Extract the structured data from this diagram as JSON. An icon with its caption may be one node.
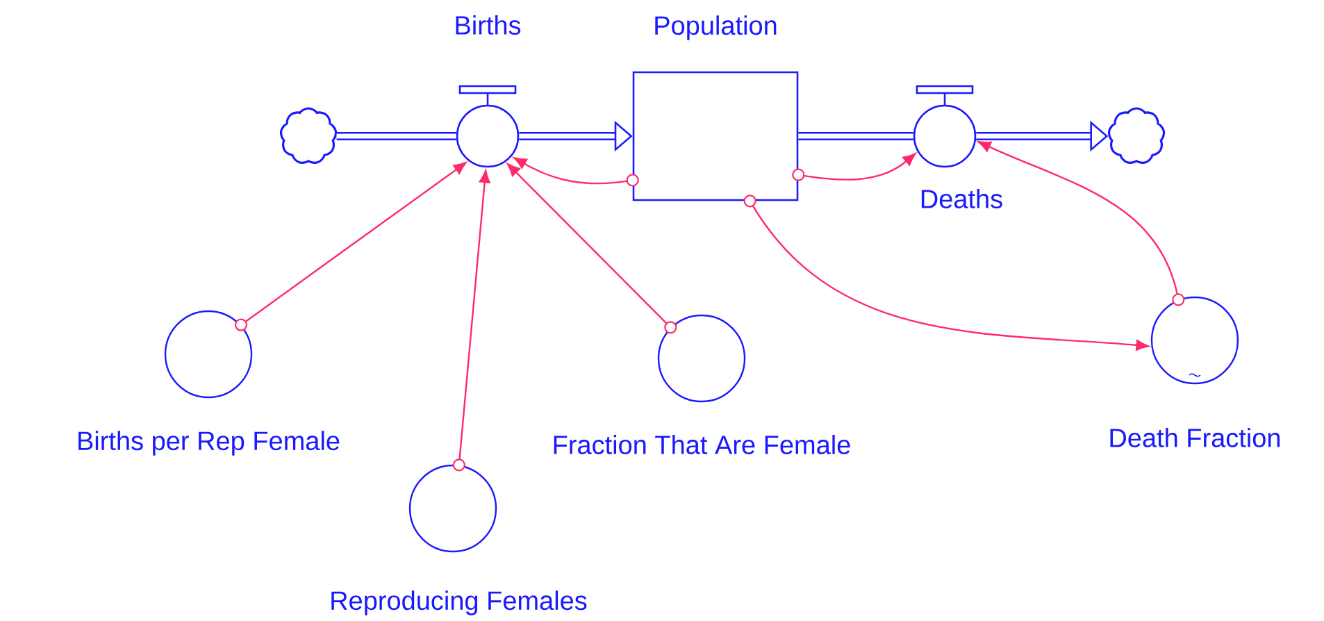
{
  "diagram": {
    "nodes": [
      {
        "text": [],
        "shape": "cloud"
      },
      {
        "text": [
          "Births"
        ]
      },
      {
        "text": [
          "Population"
        ]
      },
      {
        "text": [
          "Deaths"
        ]
      },
      {
        "text": [],
        "shape": "cloud"
      },
      {
        "text": [
          "Births per Rep Female"
        ]
      },
      {
        "text": [
          "Reproducing Females"
        ]
      },
      {
        "text": [
          "Fraction That Are Female"
        ]
      },
      {
        "text": [
          "Death Fraction"
        ]
      }
    ],
    "edges": [
      {
        "from": 0,
        "to": 1,
        "arrow": "none",
        "style": "thick",
        "color": "#1a1aff"
      },
      {
        "from": 1,
        "to": 2,
        "arrow": "to",
        "style": "thick",
        "color": "#1a1aff"
      },
      {
        "from": 2,
        "to": 3,
        "arrow": "none",
        "style": "thick",
        "color": "#1a1aff"
      },
      {
        "from": 3,
        "to": 4,
        "arrow": "to",
        "style": "thick",
        "color": "#1a1aff"
      },
      {
        "from": 2,
        "to": 1,
        "arrow": "to"
      },
      {
        "from": 5,
        "to": 1,
        "arrow": "to"
      },
      {
        "from": 6,
        "to": 1,
        "arrow": "to"
      },
      {
        "from": 7,
        "to": 1,
        "arrow": "to"
      },
      {
        "from": 2,
        "to": 3,
        "arrow": "to"
      },
      {
        "from": 2,
        "to": 8,
        "arrow": "to"
      },
      {
        "from": 8,
        "to": 3,
        "arrow": "to"
      }
    ]
  }
}
